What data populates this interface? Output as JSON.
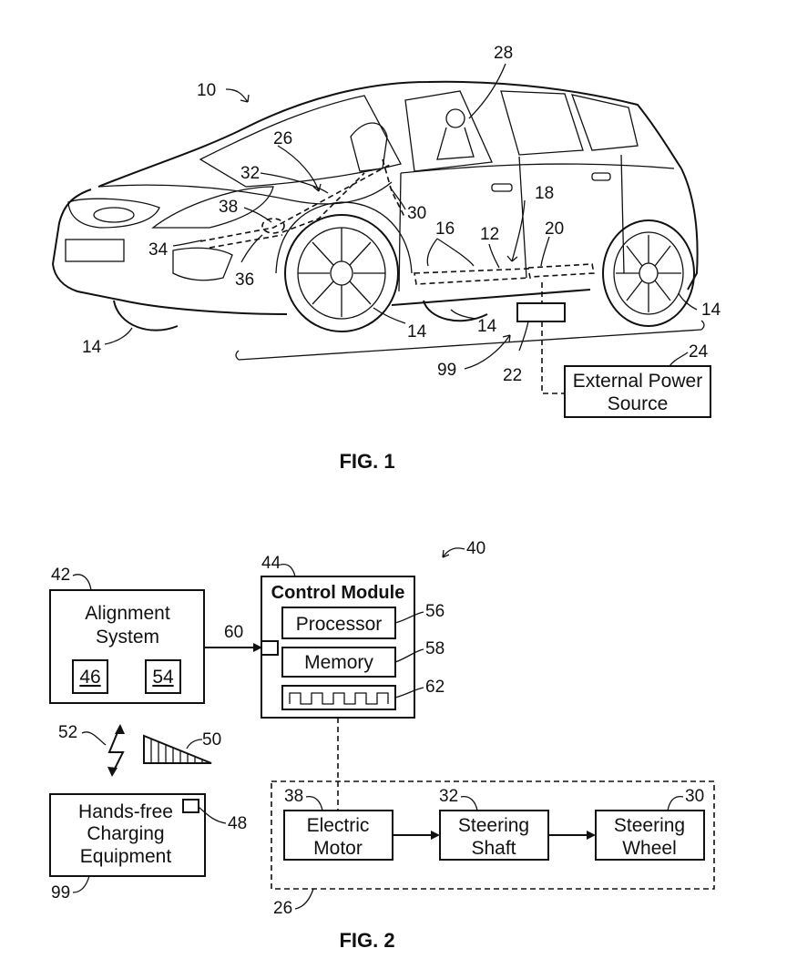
{
  "fig1": {
    "caption": "FIG. 1",
    "refs": {
      "r10": "10",
      "r28": "28",
      "r26": "26",
      "r32": "32",
      "r18": "18",
      "r38": "38",
      "r30": "30",
      "r16": "16",
      "r12": "12",
      "r20": "20",
      "r34": "34",
      "r36": "36",
      "r14a": "14",
      "r14b": "14",
      "r14c": "14",
      "r14d": "14",
      "r99": "99",
      "r22": "22",
      "r24": "24"
    },
    "external_power_source": [
      "External Power",
      "Source"
    ]
  },
  "fig2": {
    "caption": "FIG. 2",
    "refs": {
      "r40": "40",
      "r42": "42",
      "r44": "44",
      "r56": "56",
      "r58": "58",
      "r60": "60",
      "r62": "62",
      "r52": "52",
      "r50": "50",
      "r48": "48",
      "r99": "99",
      "r38": "38",
      "r32": "32",
      "r30": "30",
      "r26": "26"
    },
    "alignment_system": {
      "lines": [
        "Alignment",
        "System"
      ],
      "sub_a": "46",
      "sub_b": "54"
    },
    "control_module": {
      "title": "Control Module",
      "processor": "Processor",
      "memory": "Memory"
    },
    "charging_equipment": [
      "Hands-free",
      "Charging",
      "Equipment"
    ],
    "electric_motor": [
      "Electric",
      "Motor"
    ],
    "steering_shaft": [
      "Steering",
      "Shaft"
    ],
    "steering_wheel": [
      "Steering",
      "Wheel"
    ]
  }
}
